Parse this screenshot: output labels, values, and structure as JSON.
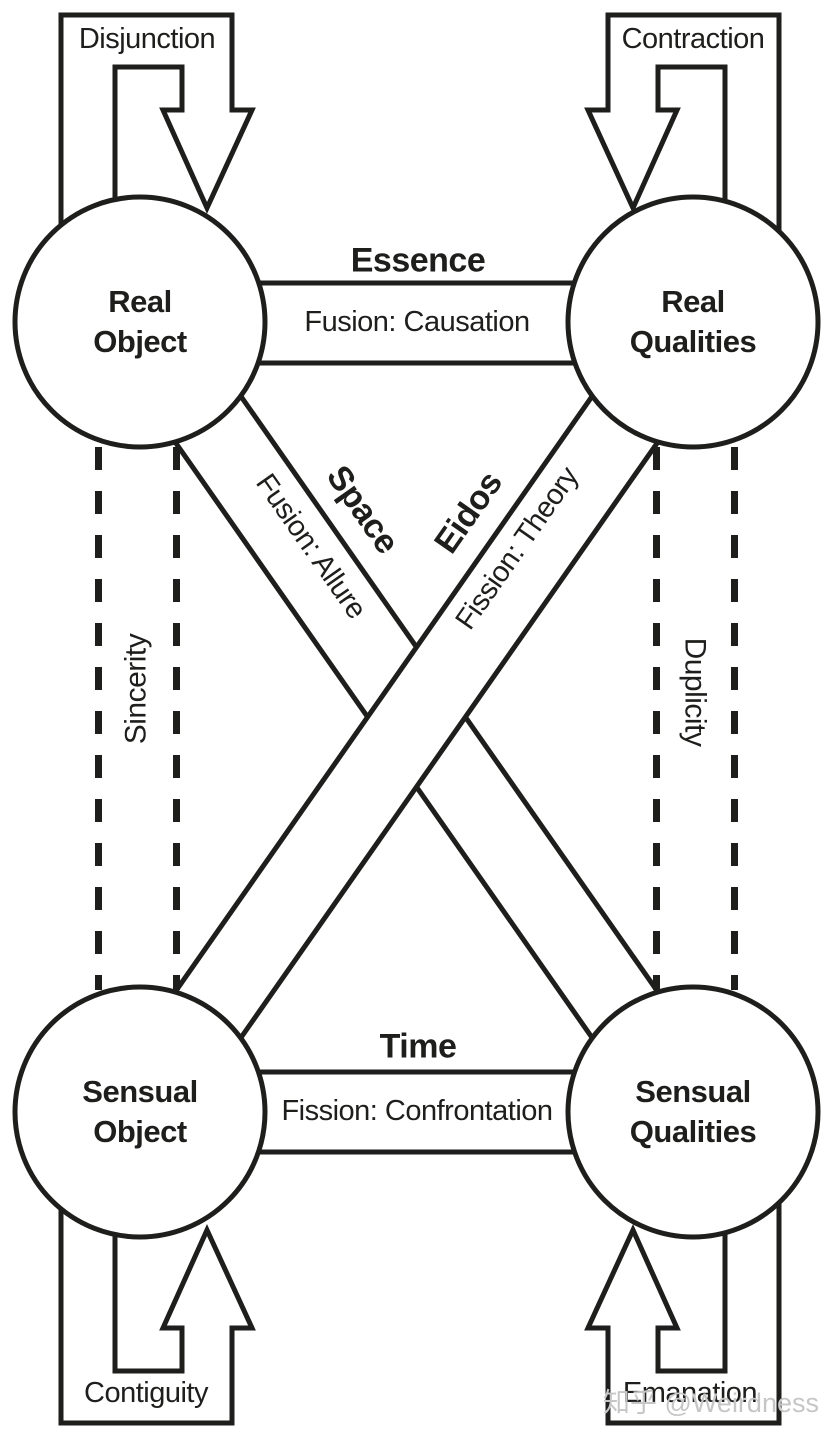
{
  "colors": {
    "ink": "#1e1e1c",
    "watermark": "#c6c6c6",
    "background": "#ffffff"
  },
  "nodes": {
    "real_object": "Real\nObject",
    "real_qualities": "Real\nQualities",
    "sensual_object": "Sensual\nObject",
    "sensual_qualities": "Sensual\nQualities"
  },
  "edges": {
    "essence": {
      "title": "Essence",
      "subtitle": "Fusion: Causation"
    },
    "time": {
      "title": "Time",
      "subtitle": "Fission: Confrontation"
    },
    "space": {
      "title": "Space",
      "subtitle": "Fusion: Allure"
    },
    "eidos": {
      "title": "Eidos",
      "subtitle": "Fission: Theory"
    },
    "sincerity": "Sincerity",
    "duplicity": "Duplicity"
  },
  "loops": {
    "disjunction": "Disjunction",
    "contraction": "Contraction",
    "contiguity": "Contiguity",
    "emanation": "Emanation"
  },
  "watermark": {
    "text": "知乎 @Weirdness"
  }
}
